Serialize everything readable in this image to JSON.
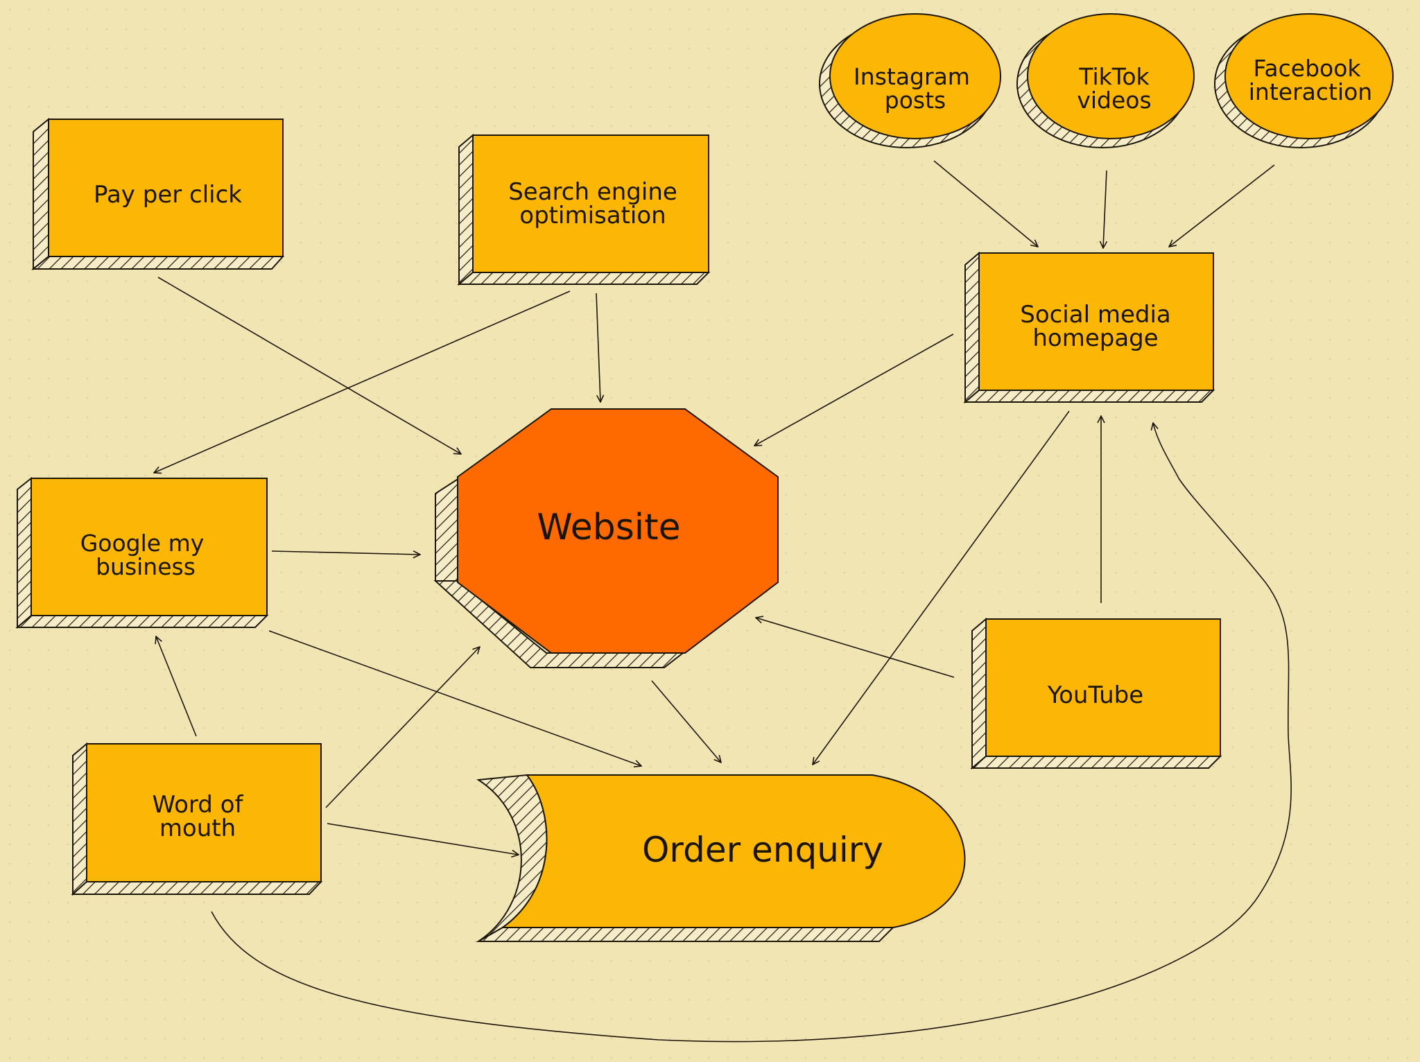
{
  "nodes": {
    "pay_per_click": "Pay per click",
    "seo_line1": "Search engine",
    "seo_line2": "optimisation",
    "google_line1": "Google my",
    "google_line2": "business",
    "website": "Website",
    "word_line1": "Word of",
    "word_line2": "mouth",
    "order_enquiry": "Order enquiry",
    "social_line1": "Social media",
    "social_line2": "homepage",
    "youtube": "YouTube",
    "instagram_line1": "Instagram",
    "instagram_line2": "posts",
    "tiktok_line1": "TikTok",
    "tiktok_line2": "videos",
    "facebook_line1": "Facebook",
    "facebook_line2": "interaction"
  },
  "colors": {
    "background": "#f2e5b4",
    "node_fill": "#fbb606",
    "website_fill": "#ff6a00",
    "stroke": "#1a1508"
  }
}
